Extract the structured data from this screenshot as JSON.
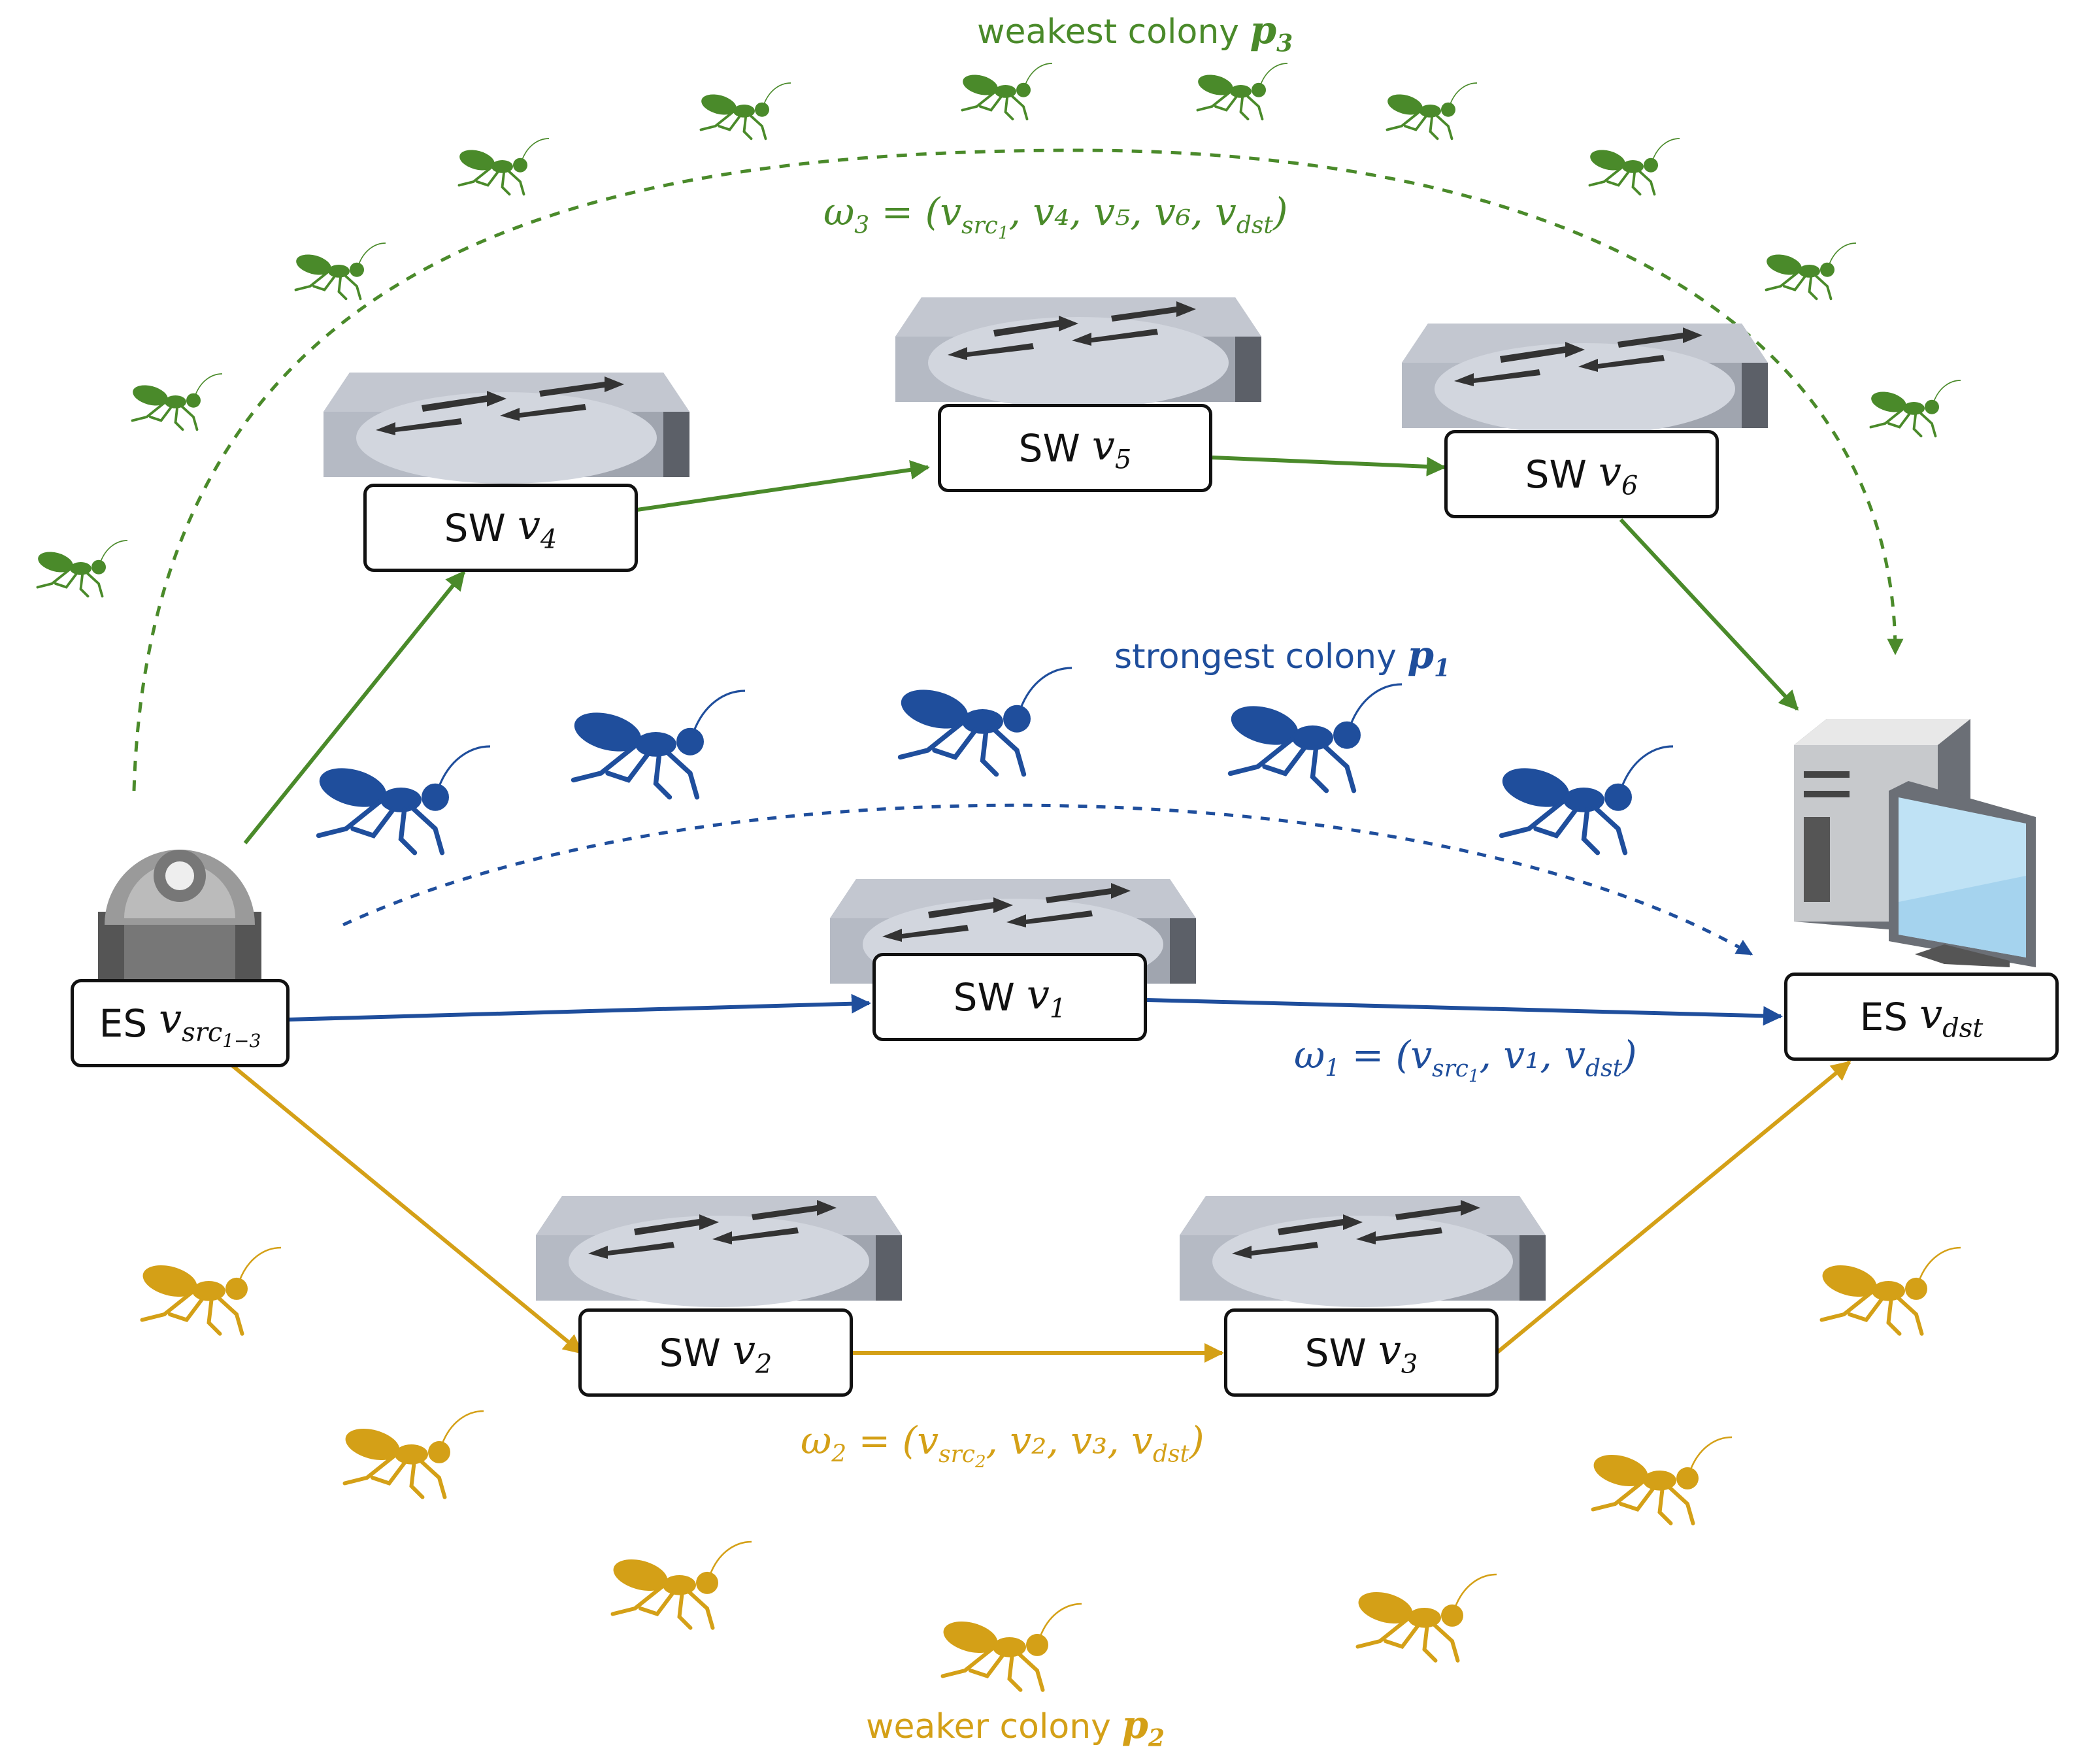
{
  "colors": {
    "green": "#4a8a2a",
    "blue": "#1f4e9c",
    "gold": "#d4a017",
    "box_border": "#111111",
    "switch_top": "#c9cdd6",
    "switch_side": "#9aa0ab",
    "switch_dark": "#5c6068"
  },
  "colonies": {
    "weakest": {
      "text": "weakest colony",
      "var": "p",
      "sub": "3"
    },
    "strongest": {
      "text": "strongest colony",
      "var": "p",
      "sub": "1"
    },
    "weaker": {
      "text": "weaker colony",
      "var": "p",
      "sub": "2"
    }
  },
  "nodes": {
    "sw_v4": {
      "prefix": "SW",
      "var": "v",
      "sub": "4"
    },
    "sw_v5": {
      "prefix": "SW",
      "var": "v",
      "sub": "5"
    },
    "sw_v6": {
      "prefix": "SW",
      "var": "v",
      "sub": "6"
    },
    "sw_v1": {
      "prefix": "SW",
      "var": "v",
      "sub": "1"
    },
    "sw_v2": {
      "prefix": "SW",
      "var": "v",
      "sub": "2"
    },
    "sw_v3": {
      "prefix": "SW",
      "var": "v",
      "sub": "3"
    },
    "es_src": {
      "prefix": "ES",
      "var": "v",
      "sub": "src",
      "subsub": "1−3"
    },
    "es_dst": {
      "prefix": "ES",
      "var": "v",
      "sub": "dst"
    }
  },
  "paths": {
    "omega3": {
      "lhs": "ω",
      "lhs_sub": "3",
      "eq": " = (",
      "src_sub": "src",
      "src_subsub": "1",
      "rest": ", v₄, v₅, v₆, ",
      "dst_sub": "dst",
      "close": ")"
    },
    "omega1": {
      "lhs": "ω",
      "lhs_sub": "1",
      "eq": " = (",
      "src_sub": "src",
      "src_subsub": "1",
      "rest": ", v₁, ",
      "dst_sub": "dst",
      "close": ")"
    },
    "omega2": {
      "lhs": "ω",
      "lhs_sub": "2",
      "eq": " = (",
      "src_sub": "src",
      "src_subsub": "2",
      "rest": ", v₂, v₃, ",
      "dst_sub": "dst",
      "close": ")"
    }
  },
  "icons": [
    "switch-icon",
    "camera-icon",
    "computer-icon",
    "ant-icon"
  ]
}
